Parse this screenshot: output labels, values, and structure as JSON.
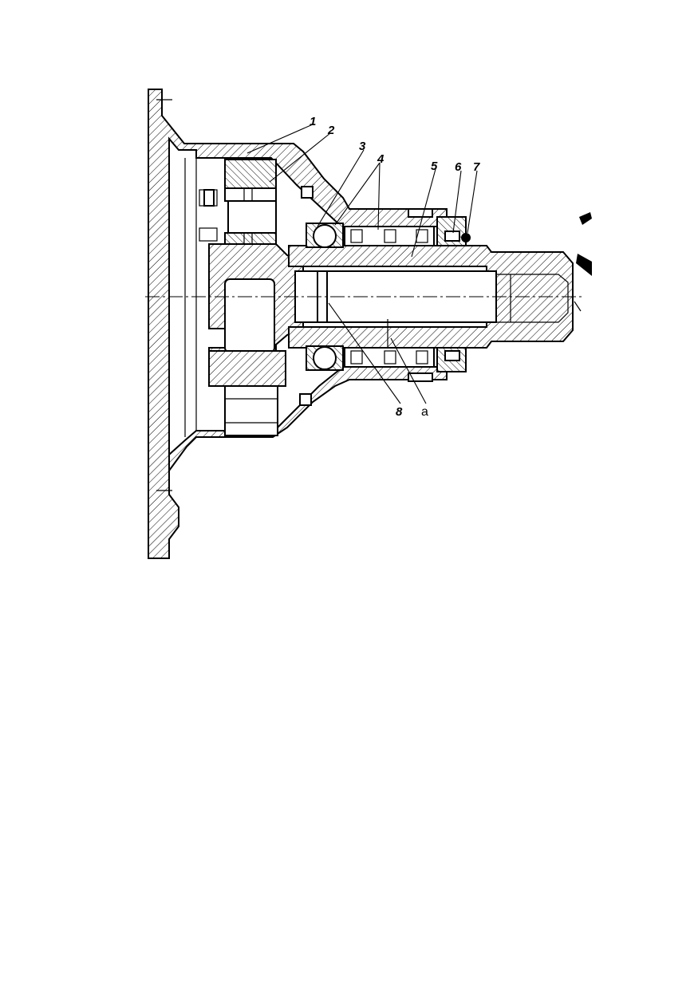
{
  "drawing": {
    "colors": {
      "line": "#000000",
      "background": "#ffffff",
      "hatch": "#000000"
    },
    "callouts": [
      {
        "id": "1",
        "text": "1"
      },
      {
        "id": "2",
        "text": "2"
      },
      {
        "id": "3",
        "text": "3"
      },
      {
        "id": "4",
        "text": "4"
      },
      {
        "id": "5",
        "text": "5"
      },
      {
        "id": "6",
        "text": "6"
      },
      {
        "id": "7",
        "text": "7"
      },
      {
        "id": "8",
        "text": "8"
      },
      {
        "id": "a",
        "text": "a"
      }
    ]
  }
}
